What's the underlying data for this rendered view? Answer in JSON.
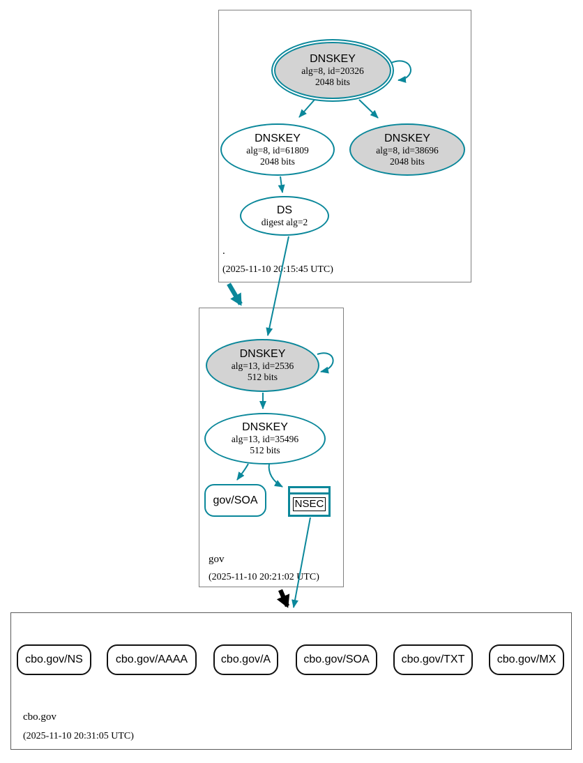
{
  "zones": {
    "root": {
      "label": ".",
      "timestamp": "(2025-11-10 20:15:45 UTC)",
      "ksk": {
        "title": "DNSKEY",
        "alg": "alg=8, id=20326",
        "bits": "2048 bits"
      },
      "zsk": {
        "title": "DNSKEY",
        "alg": "alg=8, id=61809",
        "bits": "2048 bits"
      },
      "zsk2": {
        "title": "DNSKEY",
        "alg": "alg=8, id=38696",
        "bits": "2048 bits"
      },
      "ds": {
        "title": "DS",
        "digest": "digest alg=2"
      }
    },
    "gov": {
      "label": "gov",
      "timestamp": "(2025-11-10 20:21:02 UTC)",
      "ksk": {
        "title": "DNSKEY",
        "alg": "alg=13, id=2536",
        "bits": "512 bits"
      },
      "zsk": {
        "title": "DNSKEY",
        "alg": "alg=13, id=35496",
        "bits": "512 bits"
      },
      "soa": {
        "label": "gov/SOA"
      },
      "nsec": {
        "label": "NSEC"
      }
    },
    "cbo": {
      "label": "cbo.gov",
      "timestamp": "(2025-11-10 20:31:05 UTC)",
      "rrsets": [
        {
          "label": "cbo.gov/NS"
        },
        {
          "label": "cbo.gov/AAAA"
        },
        {
          "label": "cbo.gov/A"
        },
        {
          "label": "cbo.gov/SOA"
        },
        {
          "label": "cbo.gov/TXT"
        },
        {
          "label": "cbo.gov/MX"
        }
      ]
    }
  },
  "colors": {
    "secure": "#0a879a",
    "insecure": "#000000",
    "ksk_fill": "#d3d3d3",
    "zone_border": "#808080"
  }
}
